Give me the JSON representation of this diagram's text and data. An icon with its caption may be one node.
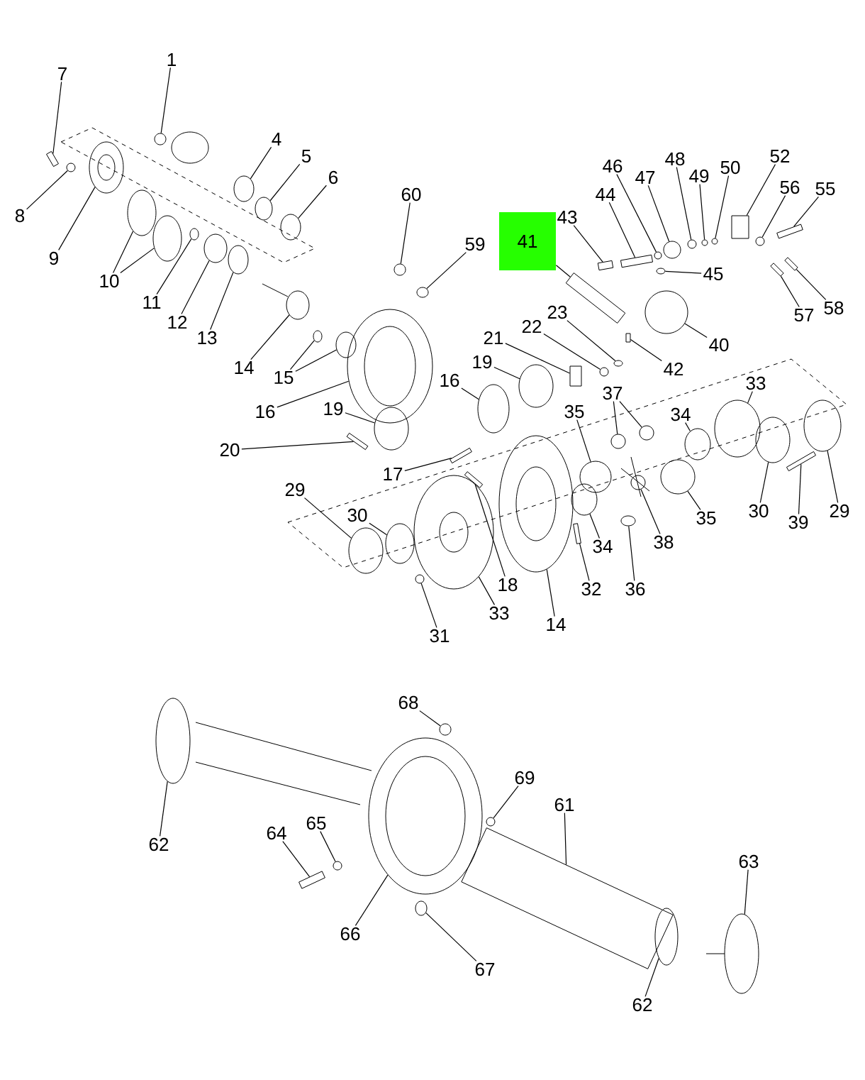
{
  "diagram": {
    "nodes": [
      {
        "text": [
          "7"
        ]
      },
      {
        "text": [
          "1"
        ]
      },
      {
        "text": [
          "4"
        ]
      },
      {
        "text": [
          "5"
        ]
      },
      {
        "text": [
          "6"
        ]
      },
      {
        "text": [
          "8"
        ]
      },
      {
        "text": [
          "9"
        ]
      },
      {
        "text": [
          "10"
        ]
      },
      {
        "text": [
          "11"
        ]
      },
      {
        "text": [
          "12"
        ]
      },
      {
        "text": [
          "13"
        ]
      },
      {
        "text": [
          "60"
        ]
      },
      {
        "text": [
          "41"
        ]
      },
      {
        "text": [
          "43"
        ]
      },
      {
        "text": [
          "44"
        ]
      },
      {
        "text": [
          "46"
        ]
      },
      {
        "text": [
          "47"
        ]
      },
      {
        "text": [
          "48"
        ]
      },
      {
        "text": [
          "49"
        ]
      },
      {
        "text": [
          "50"
        ]
      },
      {
        "text": [
          "52"
        ]
      },
      {
        "text": [
          "56"
        ]
      },
      {
        "text": [
          "55"
        ]
      },
      {
        "text": [
          "59"
        ]
      },
      {
        "text": [
          "45"
        ]
      },
      {
        "text": [
          "57"
        ]
      },
      {
        "text": [
          "58"
        ]
      },
      {
        "text": [
          "40"
        ]
      },
      {
        "text": [
          "14"
        ]
      },
      {
        "text": [
          "15"
        ]
      },
      {
        "text": [
          "23"
        ]
      },
      {
        "text": [
          "22"
        ]
      },
      {
        "text": [
          "21"
        ]
      },
      {
        "text": [
          "42"
        ]
      },
      {
        "text": [
          "19"
        ]
      },
      {
        "text": [
          "16"
        ]
      },
      {
        "text": [
          "33"
        ]
      },
      {
        "text": [
          "37"
        ]
      },
      {
        "text": [
          "16"
        ]
      },
      {
        "text": [
          "19"
        ]
      },
      {
        "text": [
          "35"
        ]
      },
      {
        "text": [
          "34"
        ]
      },
      {
        "text": [
          "20"
        ]
      },
      {
        "text": [
          "17"
        ]
      },
      {
        "text": [
          "29"
        ]
      },
      {
        "text": [
          "30"
        ]
      },
      {
        "text": [
          "30"
        ]
      },
      {
        "text": [
          "29"
        ]
      },
      {
        "text": [
          "35"
        ]
      },
      {
        "text": [
          "39"
        ]
      },
      {
        "text": [
          "38"
        ]
      },
      {
        "text": [
          "34"
        ]
      },
      {
        "text": [
          "18"
        ]
      },
      {
        "text": [
          "32"
        ]
      },
      {
        "text": [
          "36"
        ]
      },
      {
        "text": [
          "33"
        ]
      },
      {
        "text": [
          "14"
        ]
      },
      {
        "text": [
          "31"
        ]
      },
      {
        "text": [
          "68"
        ]
      },
      {
        "text": [
          "69"
        ]
      },
      {
        "text": [
          "61"
        ]
      },
      {
        "text": [
          "64"
        ]
      },
      {
        "text": [
          "65"
        ]
      },
      {
        "text": [
          "62"
        ]
      },
      {
        "text": [
          "63"
        ]
      },
      {
        "text": [
          "66"
        ]
      },
      {
        "text": [
          "67"
        ]
      },
      {
        "text": [
          "62"
        ]
      },
      {
        "text": [],
        "shape": "bar"
      },
      {
        "text": [],
        "shape": "circle"
      },
      {
        "text": [],
        "shape": "circle"
      },
      {
        "text": [],
        "shape": "circle"
      },
      {
        "text": [],
        "shape": "circle"
      },
      {
        "text": [],
        "shape": "circle"
      },
      {
        "text": [],
        "shape": "circle"
      },
      {
        "text": [],
        "shape": "circle"
      },
      {
        "text": [],
        "shape": "circle"
      },
      {
        "text": [],
        "shape": "circle"
      },
      {
        "text": [],
        "shape": "circle"
      },
      {
        "text": [],
        "shape": "circle"
      },
      {
        "text": [],
        "shape": "circle"
      },
      {
        "text": [],
        "shape": "bar"
      },
      {
        "text": [],
        "shape": "bar"
      },
      {
        "text": [],
        "shape": "bar"
      },
      {
        "text": [],
        "shape": "circle"
      },
      {
        "text": [],
        "shape": "circle"
      },
      {
        "text": [],
        "shape": "circle"
      },
      {
        "text": [],
        "shape": "circle"
      },
      {
        "text": [],
        "shape": "circle"
      },
      {
        "text": [],
        "shape": "box"
      },
      {
        "text": [],
        "shape": "circle"
      },
      {
        "text": [],
        "shape": "bar"
      },
      {
        "text": [],
        "shape": "circle"
      },
      {
        "text": [],
        "shape": "circle"
      },
      {
        "text": [],
        "shape": "bar"
      },
      {
        "text": [],
        "shape": "bar"
      },
      {
        "text": [],
        "shape": "circle"
      },
      {
        "text": [],
        "shape": "circle"
      },
      {
        "text": [],
        "shape": "circle"
      },
      {
        "text": [],
        "shape": "circle"
      },
      {
        "text": [],
        "shape": "circle"
      },
      {
        "text": [],
        "shape": "circle"
      },
      {
        "text": [],
        "shape": "box"
      },
      {
        "text": [],
        "shape": "bar"
      },
      {
        "text": [],
        "shape": "circle"
      },
      {
        "text": [],
        "shape": "circle"
      },
      {
        "text": [],
        "shape": "circle"
      },
      {
        "text": [],
        "shape": "circle"
      },
      {
        "text": [],
        "shape": "circle"
      },
      {
        "text": [],
        "shape": "circle"
      },
      {
        "text": [],
        "shape": "circle"
      },
      {
        "text": [],
        "shape": "circle"
      },
      {
        "text": [],
        "shape": "circle"
      },
      {
        "text": [],
        "shape": "bar"
      },
      {
        "text": [],
        "shape": "bar"
      },
      {
        "text": [],
        "shape": "circle"
      },
      {
        "text": [],
        "shape": "circle"
      },
      {
        "text": [],
        "shape": "circle"
      },
      {
        "text": [],
        "shape": "circle"
      },
      {
        "text": [],
        "shape": "circle"
      },
      {
        "text": [],
        "shape": "bar"
      },
      {
        "text": [],
        "shape": "circle"
      },
      {
        "text": [],
        "shape": "circle"
      },
      {
        "text": [],
        "shape": "bar"
      },
      {
        "text": [],
        "shape": "bar"
      },
      {
        "text": [],
        "shape": "circle"
      },
      {
        "text": [],
        "shape": "circle"
      },
      {
        "text": [],
        "shape": "circle"
      },
      {
        "text": [],
        "shape": "circle"
      },
      {
        "text": [],
        "shape": "circle"
      },
      {
        "text": [],
        "shape": "circle"
      },
      {
        "text": [],
        "shape": "bar"
      },
      {
        "text": [],
        "shape": "bar"
      },
      {
        "text": [],
        "shape": "circle"
      },
      {
        "text": [],
        "shape": "circle"
      },
      {
        "text": [],
        "shape": "circle"
      },
      {
        "text": [],
        "shape": "circle"
      },
      {
        "text": [],
        "shape": "circle"
      },
      {
        "text": [],
        "shape": "circle"
      }
    ],
    "edges": [
      {
        "from": 0,
        "to": 68,
        "arrow": "none"
      },
      {
        "from": 1,
        "to": 69,
        "arrow": "none"
      },
      {
        "from": 2,
        "to": 70,
        "arrow": "none"
      },
      {
        "from": 3,
        "to": 71,
        "arrow": "none"
      },
      {
        "from": 4,
        "to": 72,
        "arrow": "none"
      },
      {
        "from": 5,
        "to": 73,
        "arrow": "none"
      },
      {
        "from": 6,
        "to": 74,
        "arrow": "none"
      },
      {
        "from": 7,
        "to": 75,
        "arrow": "none"
      },
      {
        "from": 7,
        "to": 76,
        "arrow": "none"
      },
      {
        "from": 8,
        "to": 77,
        "arrow": "none"
      },
      {
        "from": 9,
        "to": 78,
        "arrow": "none"
      },
      {
        "from": 10,
        "to": 79,
        "arrow": "none"
      },
      {
        "from": 11,
        "to": 80,
        "arrow": "none"
      },
      {
        "from": 12,
        "to": 81,
        "arrow": "none"
      },
      {
        "from": 13,
        "to": 82,
        "arrow": "none"
      },
      {
        "from": 14,
        "to": 83,
        "arrow": "none"
      },
      {
        "from": 15,
        "to": 84,
        "arrow": "none"
      },
      {
        "from": 16,
        "to": 85,
        "arrow": "none"
      },
      {
        "from": 17,
        "to": 86,
        "arrow": "none"
      },
      {
        "from": 18,
        "to": 87,
        "arrow": "none"
      },
      {
        "from": 19,
        "to": 88,
        "arrow": "none"
      },
      {
        "from": 20,
        "to": 89,
        "arrow": "none"
      },
      {
        "from": 21,
        "to": 90,
        "arrow": "none"
      },
      {
        "from": 22,
        "to": 91,
        "arrow": "none"
      },
      {
        "from": 23,
        "to": 92,
        "arrow": "none"
      },
      {
        "from": 24,
        "to": 93,
        "arrow": "none"
      },
      {
        "from": 25,
        "to": 94,
        "arrow": "none"
      },
      {
        "from": 26,
        "to": 95,
        "arrow": "none"
      },
      {
        "from": 27,
        "to": 96,
        "arrow": "none"
      },
      {
        "from": 28,
        "to": 97,
        "arrow": "none"
      },
      {
        "from": 29,
        "to": 98,
        "arrow": "none"
      },
      {
        "from": 29,
        "to": 99,
        "arrow": "none"
      },
      {
        "from": 30,
        "to": 100,
        "arrow": "none"
      },
      {
        "from": 31,
        "to": 101,
        "arrow": "none"
      },
      {
        "from": 32,
        "to": 102,
        "arrow": "none"
      },
      {
        "from": 33,
        "to": 103,
        "arrow": "none"
      },
      {
        "from": 34,
        "to": 104,
        "arrow": "none"
      },
      {
        "from": 35,
        "to": 105,
        "arrow": "none"
      },
      {
        "from": 36,
        "to": 106,
        "arrow": "none"
      },
      {
        "from": 37,
        "to": 107,
        "arrow": "none"
      },
      {
        "from": 37,
        "to": 108,
        "arrow": "none"
      },
      {
        "from": 38,
        "to": 109,
        "arrow": "none"
      },
      {
        "from": 39,
        "to": 110,
        "arrow": "none"
      },
      {
        "from": 40,
        "to": 111,
        "arrow": "none"
      },
      {
        "from": 41,
        "to": 112,
        "arrow": "none"
      },
      {
        "from": 42,
        "to": 113,
        "arrow": "none"
      },
      {
        "from": 43,
        "to": 114,
        "arrow": "none"
      },
      {
        "from": 44,
        "to": 115,
        "arrow": "none"
      },
      {
        "from": 45,
        "to": 116,
        "arrow": "none"
      },
      {
        "from": 46,
        "to": 117,
        "arrow": "none"
      },
      {
        "from": 47,
        "to": 118,
        "arrow": "none"
      },
      {
        "from": 48,
        "to": 119,
        "arrow": "none"
      },
      {
        "from": 49,
        "to": 120,
        "arrow": "none"
      },
      {
        "from": 50,
        "to": 121,
        "arrow": "none"
      },
      {
        "from": 51,
        "to": 122,
        "arrow": "none"
      },
      {
        "from": 52,
        "to": 123,
        "arrow": "none"
      },
      {
        "from": 53,
        "to": 124,
        "arrow": "none"
      },
      {
        "from": 54,
        "to": 125,
        "arrow": "none"
      },
      {
        "from": 55,
        "to": 126,
        "arrow": "none"
      },
      {
        "from": 56,
        "to": 127,
        "arrow": "none"
      },
      {
        "from": 57,
        "to": 128,
        "arrow": "none"
      },
      {
        "from": 58,
        "to": 129,
        "arrow": "none"
      },
      {
        "from": 59,
        "to": 130,
        "arrow": "none"
      },
      {
        "from": 60,
        "to": 131,
        "arrow": "none"
      },
      {
        "from": 61,
        "to": 132,
        "arrow": "none"
      },
      {
        "from": 62,
        "to": 133,
        "arrow": "none"
      },
      {
        "from": 63,
        "to": 134,
        "arrow": "none"
      },
      {
        "from": 64,
        "to": 135,
        "arrow": "none"
      },
      {
        "from": 65,
        "to": 136,
        "arrow": "none"
      },
      {
        "from": 66,
        "to": 137,
        "arrow": "none"
      },
      {
        "from": 67,
        "to": 138,
        "arrow": "none"
      }
    ]
  }
}
